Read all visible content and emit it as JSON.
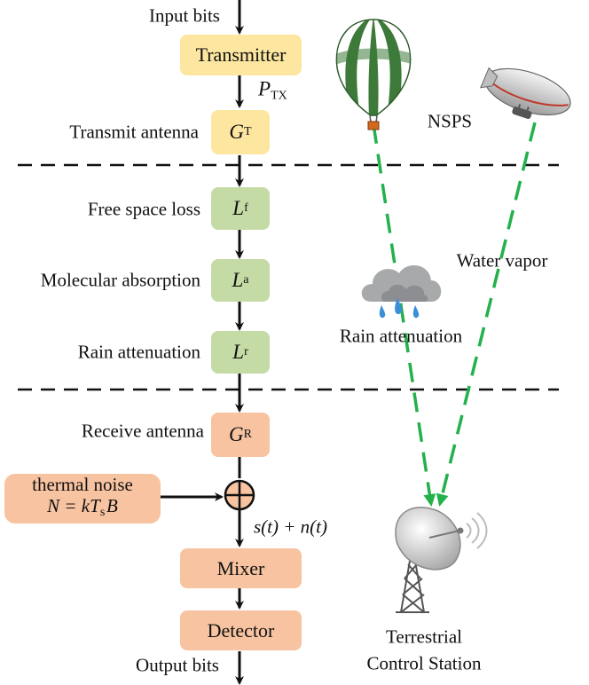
{
  "labels": {
    "input_bits": "Input bits",
    "output_bits": "Output bits",
    "transmit_antenna": "Transmit antenna",
    "free_space_loss": "Free space loss",
    "molecular_absorption": "Molecular absorption",
    "rain_attenuation_left": "Rain attenuation",
    "receive_antenna": "Receive antenna",
    "nsps": "NSPS",
    "water_vapor": "Water vapor",
    "rain_attenuation_right": "Rain attenuation",
    "station_line1": "Terrestrial",
    "station_line2": "Control Station"
  },
  "blocks": {
    "transmitter": "Transmitter",
    "mixer": "Mixer",
    "detector": "Detector",
    "gt": {
      "sym": "G",
      "sub": "T"
    },
    "lf": {
      "sym": "L",
      "sub": "f"
    },
    "la": {
      "sym": "L",
      "sub": "a"
    },
    "lr": {
      "sym": "L",
      "sub": "r"
    },
    "gr": {
      "sym": "G",
      "sub": "R"
    }
  },
  "signals": {
    "ptx": {
      "sym": "P",
      "sub": "TX"
    },
    "sum_signal": "s(t) + n(t)"
  },
  "noise": {
    "title": "thermal noise",
    "formula": "N = kT",
    "formula_sub": "s",
    "formula_tail": "B"
  },
  "colors": {
    "transmitter_block": "#fde6a0",
    "path_loss_block": "#c5dba6",
    "receiver_block": "#f8c3a0",
    "link_dashes": "#22b14c"
  },
  "icons": [
    "hot-air-balloon-icon",
    "airship-icon",
    "rain-cloud-icon",
    "satellite-dish-tower-icon"
  ]
}
